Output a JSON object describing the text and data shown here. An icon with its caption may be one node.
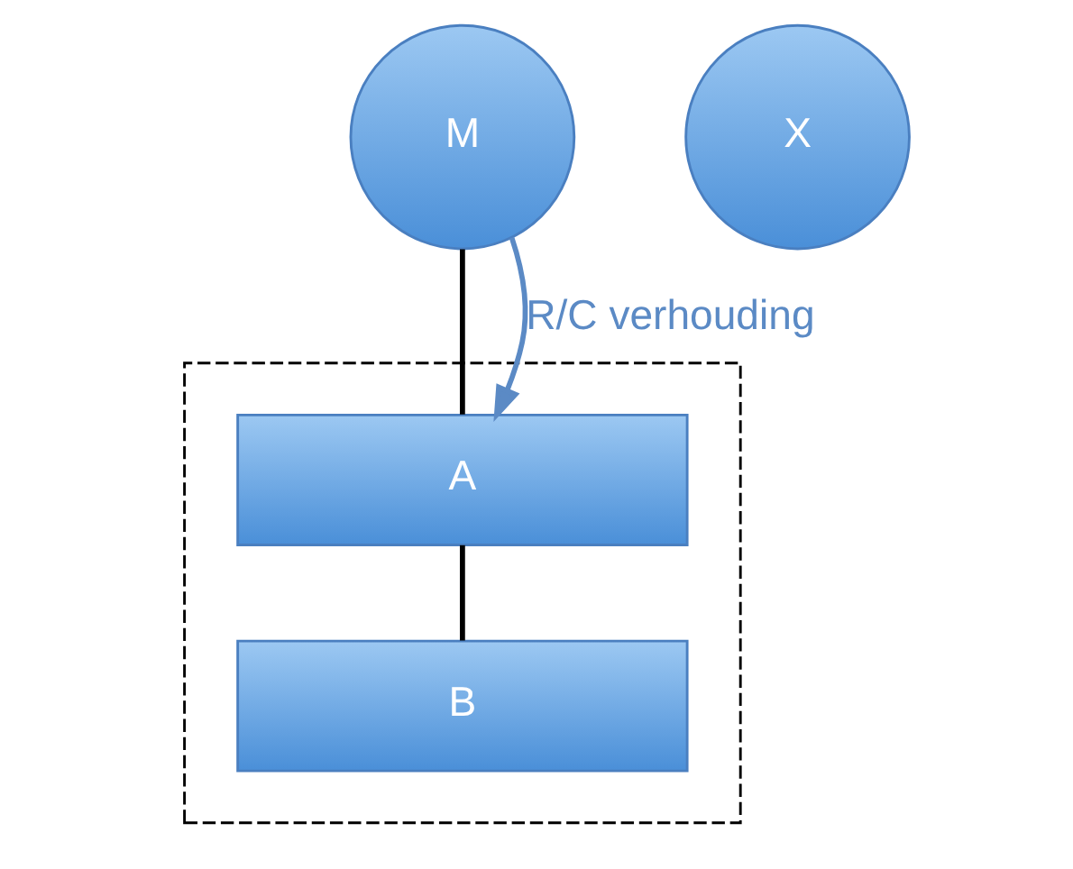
{
  "diagram": {
    "nodes": [
      {
        "text": [
          "M"
        ]
      },
      {
        "text": [
          "X"
        ]
      },
      {
        "text": [],
        "shape": "box"
      },
      {
        "text": [
          "A"
        ],
        "in": 2
      },
      {
        "text": [
          "B"
        ],
        "in": 2
      }
    ],
    "edges": [
      {
        "from": 0,
        "to": 3,
        "arrow": "none"
      },
      {
        "from": 3,
        "to": 4,
        "arrow": "none"
      },
      {
        "from": 0,
        "to": 3,
        "arrow": "to",
        "label": "R/C verhouding",
        "color": "#5b8ac5"
      }
    ]
  }
}
